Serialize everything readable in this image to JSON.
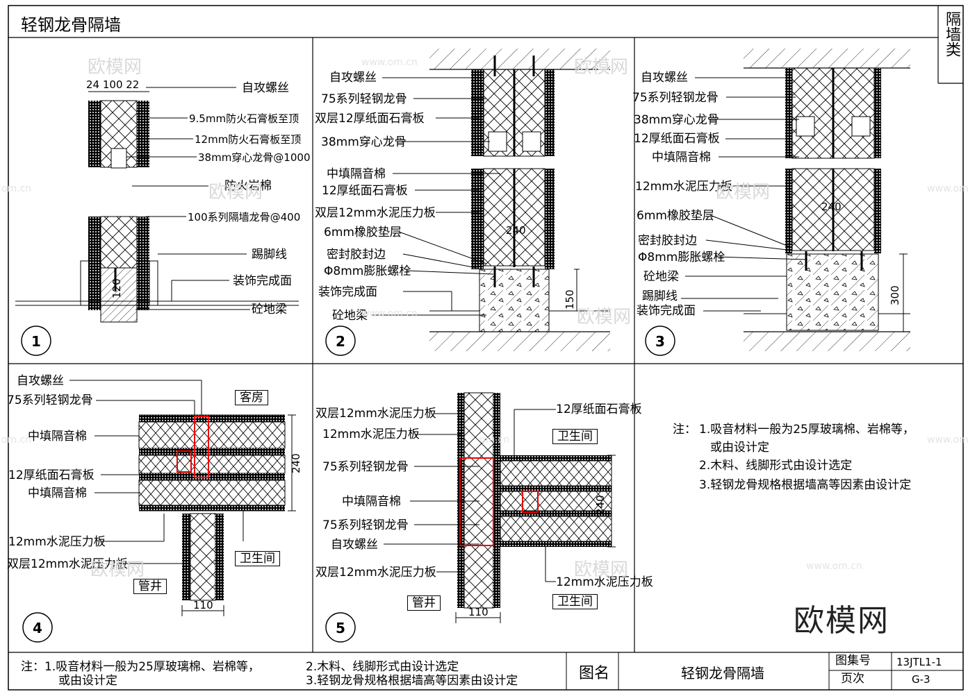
{
  "sheet": {
    "title": "轻钢龙骨隔墙",
    "category": "隔墙类",
    "name_label": "图名",
    "name_value": "轻钢龙骨隔墙",
    "atlas_label": "图集号",
    "atlas_value": "13JTL1-1",
    "page_label": "页次",
    "page_value": "G-3"
  },
  "watermarks": {
    "brand": "欧模网",
    "site": "www.om.cn",
    "domain_fragment": "om.cn"
  },
  "notes": {
    "title": "注：",
    "items": [
      "1.吸音材料一般为25厚玻璃棉、岩棉等，",
      "或由设计定",
      "2.木料、线脚形式由设计选定",
      "3.轻钢龙骨规格根据墙高等因素由设计定"
    ],
    "footer_note_prefix": "注：1.吸音材料一般为25厚玻璃棉、岩棉等，",
    "footer_note_cont": "或由设计定",
    "footer_note_2": "2.木料、线脚形式由设计选定",
    "footer_note_3": "3.轻钢龙骨规格根据墙高等因素由设计定"
  },
  "detail1": {
    "number": "1",
    "dims": "24 100 22",
    "dim120": "120",
    "labels": [
      "自攻螺丝",
      "9.5mm防火石膏板至顶",
      "12mm防火石膏板至顶",
      "38mm穿心龙骨@1000",
      "防火岩棉",
      "100系列隔墙龙骨@400",
      "踢脚线",
      "装饰完成面",
      "砼地梁"
    ]
  },
  "detail2": {
    "number": "2",
    "dim240": "240",
    "dim150": "150",
    "labels": [
      "自攻螺丝",
      "75系列轻钢龙骨",
      "双层12厚纸面石膏板",
      "38mm穿心龙骨",
      "中填隔音棉",
      "12厚纸面石膏板",
      "双层12mm水泥压力板",
      "6mm橡胶垫层",
      "密封胶封边",
      "Φ8mm膨胀螺栓",
      "装饰完成面",
      "砼地梁"
    ]
  },
  "detail3": {
    "number": "3",
    "dim240": "240",
    "dim300": "300",
    "labels": [
      "自攻螺丝",
      "75系列轻钢龙骨",
      "38mm穿心龙骨",
      "12厚纸面石膏板",
      "中填隔音棉",
      "12mm水泥压力板",
      "6mm橡胶垫层",
      "密封胶封边",
      "Φ8mm膨胀螺栓",
      "砼地梁",
      "踢脚线",
      "装饰完成面"
    ]
  },
  "detail4": {
    "number": "4",
    "dim240": "240",
    "dim110": "110",
    "room_a": "客房",
    "room_b": "卫生间",
    "room_c": "管井",
    "labels": [
      "自攻螺丝",
      "75系列轻钢龙骨",
      "中填隔音棉",
      "12厚纸面石膏板",
      "中填隔音棉",
      "12mm水泥压力板",
      "双层12mm水泥压力板"
    ]
  },
  "detail5": {
    "number": "5",
    "dim240": "240",
    "dim110": "110",
    "room_a": "卫生间",
    "room_b": "管井",
    "room_c": "卫生间",
    "labels": [
      "双层12mm水泥压力板",
      "12mm水泥压力板",
      "75系列轻钢龙骨",
      "中填隔音棉",
      "75系列轻钢龙骨",
      "自攻螺丝",
      "双层12mm水泥压力板",
      "12厚纸面石膏板",
      "12mm水泥压力板"
    ]
  }
}
